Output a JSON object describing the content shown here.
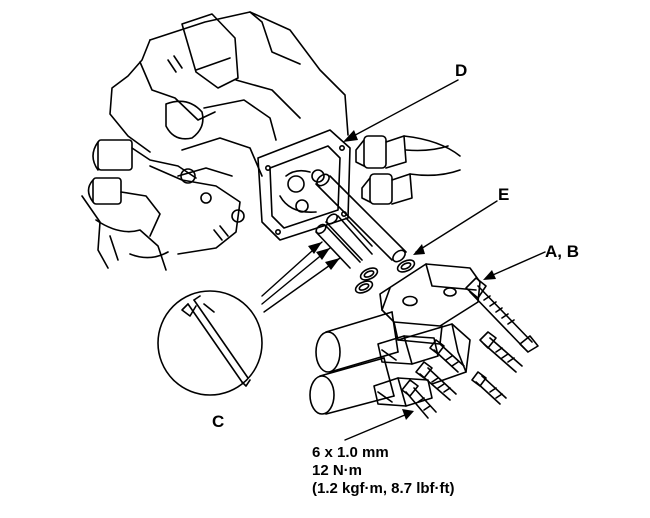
{
  "callouts": {
    "d": "D",
    "e": "E",
    "ab": "A, B",
    "c": "C"
  },
  "spec": {
    "size": "6 x 1.0 mm",
    "torque_nm": "12 N·m",
    "torque_alt": "(1.2 kgf·m, 8.7 lbf·ft)"
  },
  "icons": [
    "transmission-housing-sketch",
    "filter-tube",
    "o-ring",
    "solenoid-assembly",
    "bolt",
    "magnifier-detail"
  ],
  "colors": {
    "line": "#000000",
    "background": "#ffffff"
  }
}
